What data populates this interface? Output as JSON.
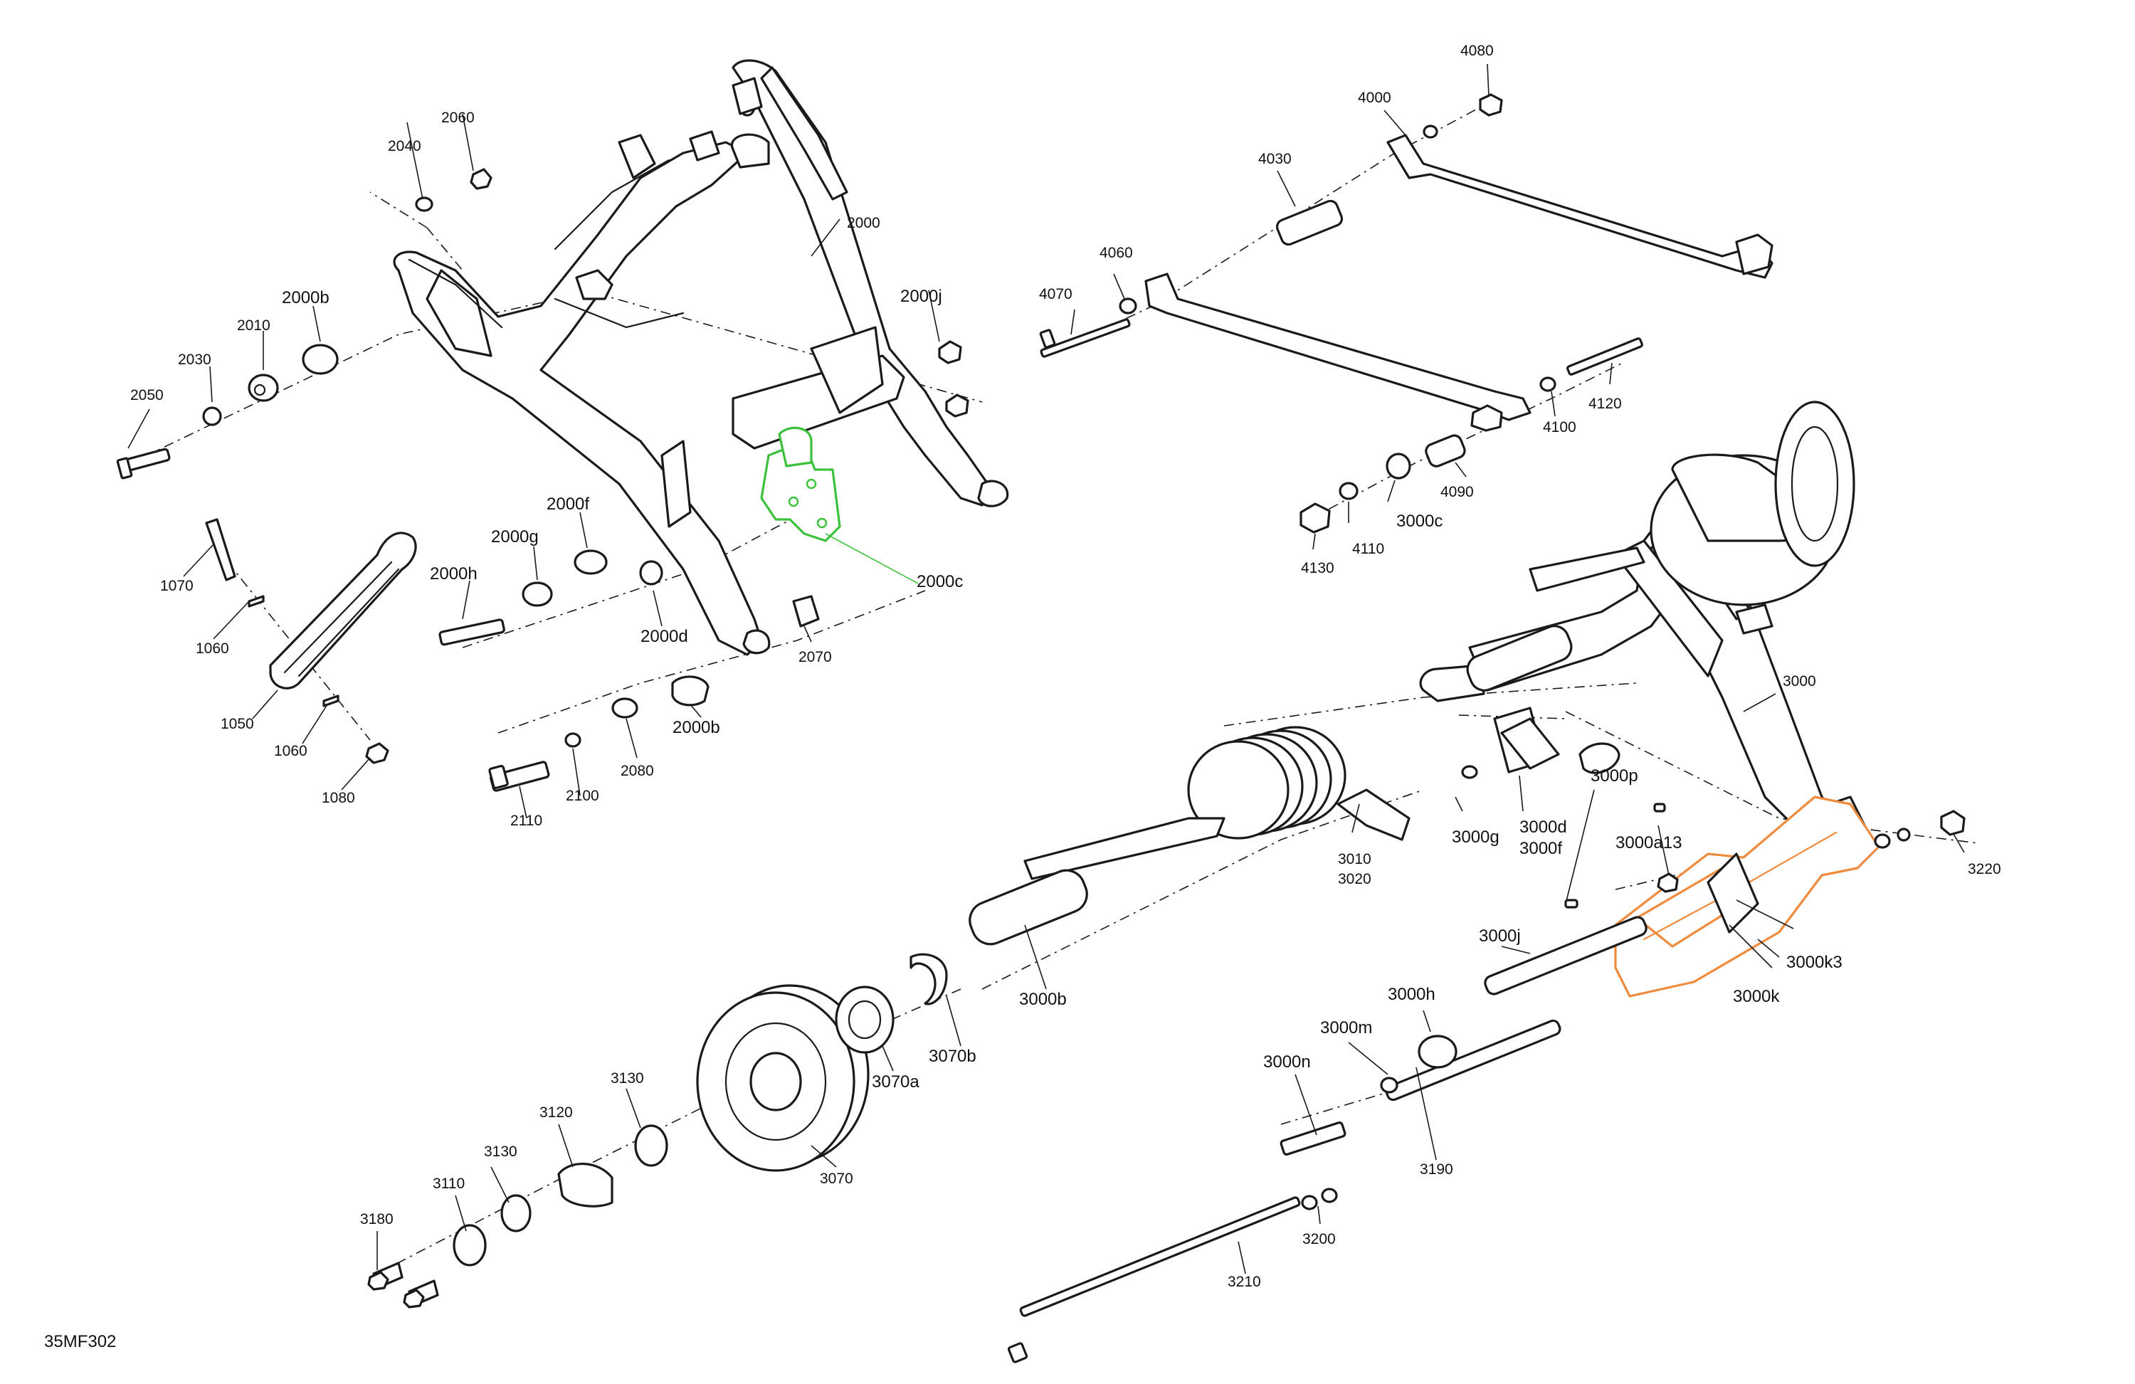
{
  "figure_id": "35MF302",
  "highlight_colors": {
    "green": "#3cc13c",
    "orange": "#f08a3c"
  },
  "callouts": {
    "c2040": "2040",
    "c2060": "2060",
    "c2000": "2000",
    "c2000b_top": "2000b",
    "c2010": "2010",
    "c2030": "2030",
    "c2050": "2050",
    "c2000j": "2000j",
    "c2000f": "2000f",
    "c2000g": "2000g",
    "c2000h": "2000h",
    "c2000c": "2000c",
    "c2000d": "2000d",
    "c2070": "2070",
    "c2000b_low": "2000b",
    "c2080": "2080",
    "c2100": "2100",
    "c2110": "2110",
    "c1070": "1070",
    "c1060_top": "1060",
    "c1050": "1050",
    "c1060_low": "1060",
    "c1080": "1080",
    "c4080": "4080",
    "c4000": "4000",
    "c4030": "4030",
    "c4060": "4060",
    "c4070": "4070",
    "c4120": "4120",
    "c4100": "4100",
    "c4090": "4090",
    "c3000c": "3000c",
    "c4110": "4110",
    "c4130": "4130",
    "c3000": "3000",
    "c3010": "3010",
    "c3020": "3020",
    "c3000g": "3000g",
    "c3000d": "3000d",
    "c3000f": "3000f",
    "c3000p": "3000p",
    "c3000a13": "3000a13",
    "c3220": "3220",
    "c3000j": "3000j",
    "c3000k3": "3000k3",
    "c3000k": "3000k",
    "c3000h": "3000h",
    "c3000m": "3000m",
    "c3000n": "3000n",
    "c3190": "3190",
    "c3200": "3200",
    "c3210": "3210",
    "c3000b": "3000b",
    "c3070b": "3070b",
    "c3070a": "3070a",
    "c3070": "3070",
    "c3130_top": "3130",
    "c3120": "3120",
    "c3130_low": "3130",
    "c3110": "3110",
    "c3180": "3180"
  }
}
